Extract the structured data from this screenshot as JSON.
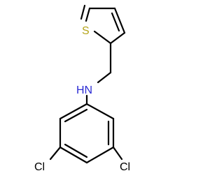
{
  "molecule": {
    "atoms": {
      "sulfur": "S",
      "amine": "HN",
      "chlorine_left": "Cl",
      "chlorine_right": "Cl"
    },
    "colors": {
      "bond": "#000000",
      "sulfur": "#b5a41a",
      "nitrogen": "#2b2bd4",
      "chlorine": "#000000"
    }
  }
}
